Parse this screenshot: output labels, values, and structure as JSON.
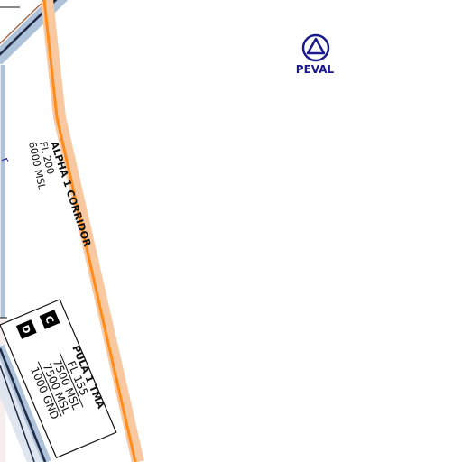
{
  "waypoint": {
    "name": "PEVAL",
    "icon": "triangle-in-circle-icon",
    "color": "#1a1a8c"
  },
  "corridor": {
    "name": "ALPHA 1 CORRIDOR",
    "upper_limit": "FL 200",
    "lower_limit": "6000 MSL",
    "color": "#ff8c1a",
    "halo_color": "#f8c9a0"
  },
  "tma": {
    "name": "PULA 1 TMA",
    "limits": [
      "FL 155",
      "7500 MSL",
      "7500 MSL",
      "1000 GND"
    ],
    "classes": [
      "C",
      "D"
    ]
  },
  "edge_text": "r",
  "colors": {
    "airspace_blue": "#aec2da",
    "border_dark": "#1f2a44",
    "edge_shade": "#f8eeee"
  }
}
